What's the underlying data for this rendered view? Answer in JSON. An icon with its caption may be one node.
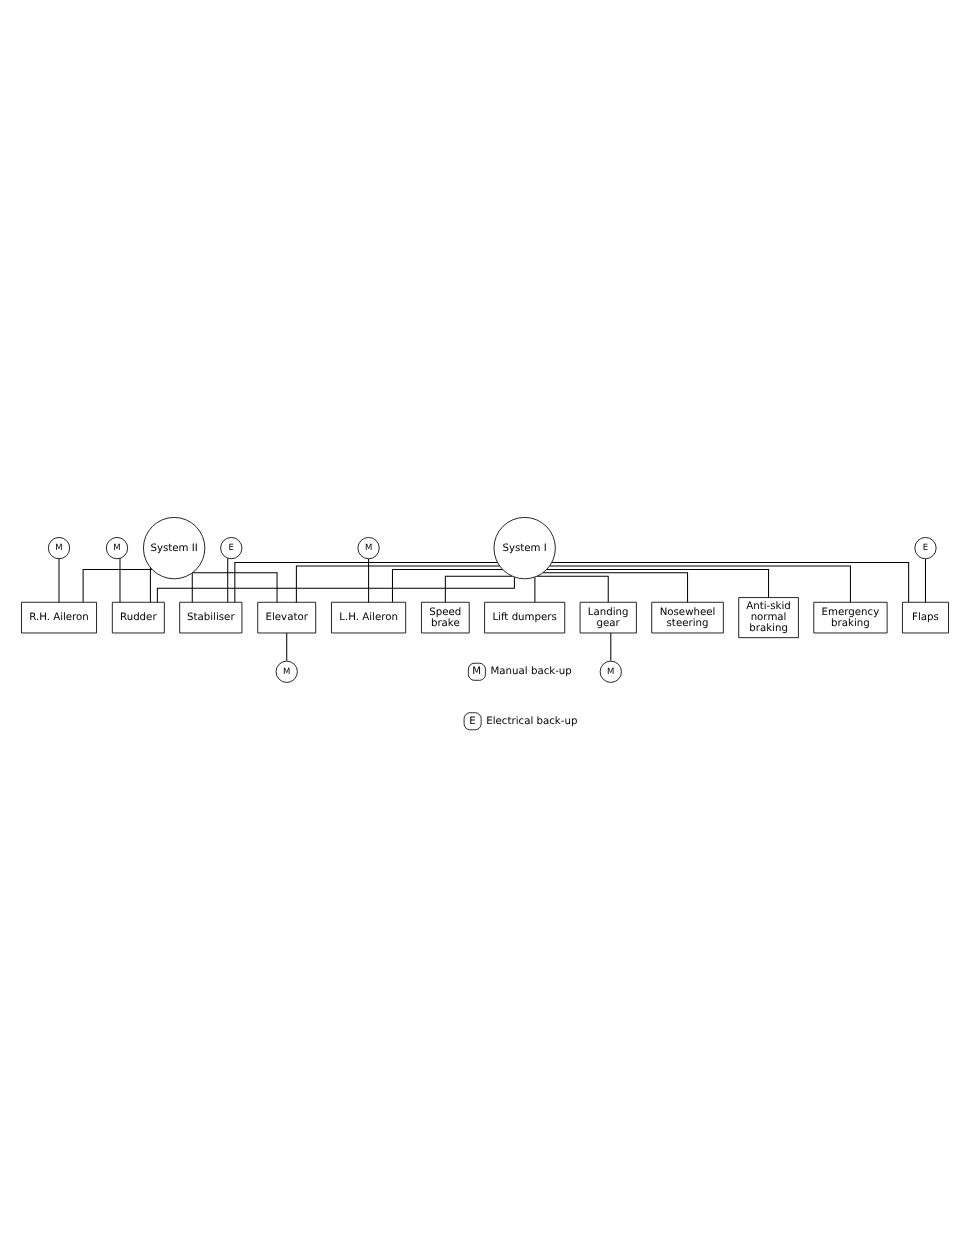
{
  "diagram": {
    "nodes": [
      {
        "text": [
          "System I"
        ]
      },
      {
        "text": [
          "System II"
        ]
      },
      {
        "text": [
          "M"
        ]
      },
      {
        "text": [
          "Rudder"
        ]
      },
      {
        "text": [
          "E"
        ]
      },
      {
        "text": [
          "Stabiliser"
        ]
      },
      {
        "text": [
          "M"
        ]
      },
      {
        "text": [
          "L.H. Aileron"
        ]
      },
      {
        "text": [
          "M"
        ]
      },
      {
        "text": [
          "R.H. Aileron"
        ]
      },
      {
        "text": [
          "Elevator"
        ]
      },
      {
        "text": [
          "M"
        ]
      },
      {
        "text": [
          "Speed brake"
        ]
      },
      {
        "text": [
          "Lift dumpers"
        ]
      },
      {
        "text": [
          "E"
        ]
      },
      {
        "text": [
          "Flaps"
        ]
      },
      {
        "text": [
          "Landing gear"
        ]
      },
      {
        "text": [
          "M"
        ]
      },
      {
        "text": [
          "Nosewheel steering"
        ]
      },
      {
        "text": [
          "Anti-skid normal braking"
        ]
      },
      {
        "text": [
          "Emergency braking"
        ]
      }
    ],
    "edges": [
      {
        "from": 0,
        "to": 3,
        "arrow": "none"
      },
      {
        "from": 0,
        "to": 5,
        "arrow": "none"
      },
      {
        "from": 0,
        "to": 7,
        "arrow": "none"
      },
      {
        "from": 0,
        "to": 10,
        "arrow": "none"
      },
      {
        "from": 0,
        "to": 12,
        "arrow": "none"
      },
      {
        "from": 0,
        "to": 13,
        "arrow": "none"
      },
      {
        "from": 0,
        "to": 15,
        "arrow": "none"
      },
      {
        "from": 0,
        "to": 16,
        "arrow": "none"
      },
      {
        "from": 0,
        "to": 18,
        "arrow": "none"
      },
      {
        "from": 0,
        "to": 19,
        "arrow": "none"
      },
      {
        "from": 0,
        "to": 20,
        "arrow": "none"
      },
      {
        "from": 1,
        "to": 3,
        "arrow": "none"
      },
      {
        "from": 1,
        "to": 5,
        "arrow": "none"
      },
      {
        "from": 1,
        "to": 9,
        "arrow": "none"
      },
      {
        "from": 1,
        "to": 10,
        "arrow": "none"
      },
      {
        "from": 2,
        "to": 3,
        "arrow": "none"
      },
      {
        "from": 4,
        "to": 5,
        "arrow": "none"
      },
      {
        "from": 6,
        "to": 7,
        "arrow": "none"
      },
      {
        "from": 8,
        "to": 9,
        "arrow": "none"
      },
      {
        "from": 10,
        "to": 11,
        "arrow": "none"
      },
      {
        "from": 14,
        "to": 15,
        "arrow": "none"
      },
      {
        "from": 16,
        "to": 17,
        "arrow": "none"
      }
    ],
    "labels": [
      "M",
      "E"
    ],
    "legend": [
      {
        "text": "Manual back-up"
      },
      {
        "text": "Electrical back-up"
      }
    ]
  }
}
